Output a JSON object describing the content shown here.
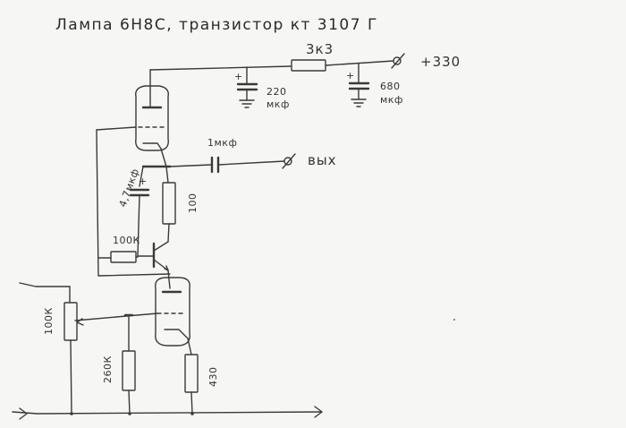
{
  "title": "Лампа 6Н8С, транзистор кт 3107 Г",
  "components": {
    "resistor_top": "3к3",
    "supply": "+330",
    "cap1_value": "220",
    "cap1_unit": "мкф",
    "cap2_value": "680",
    "cap2_unit": "мкф",
    "coupling_cap": "1мкф",
    "output": "вых",
    "cap_bypass": "4,7мкф",
    "resistor_mid": "100",
    "resistor_feedback": "100К",
    "pot": "100К",
    "resistor_grid": "260К",
    "resistor_cathode": "430",
    "plus_sign": "+"
  }
}
